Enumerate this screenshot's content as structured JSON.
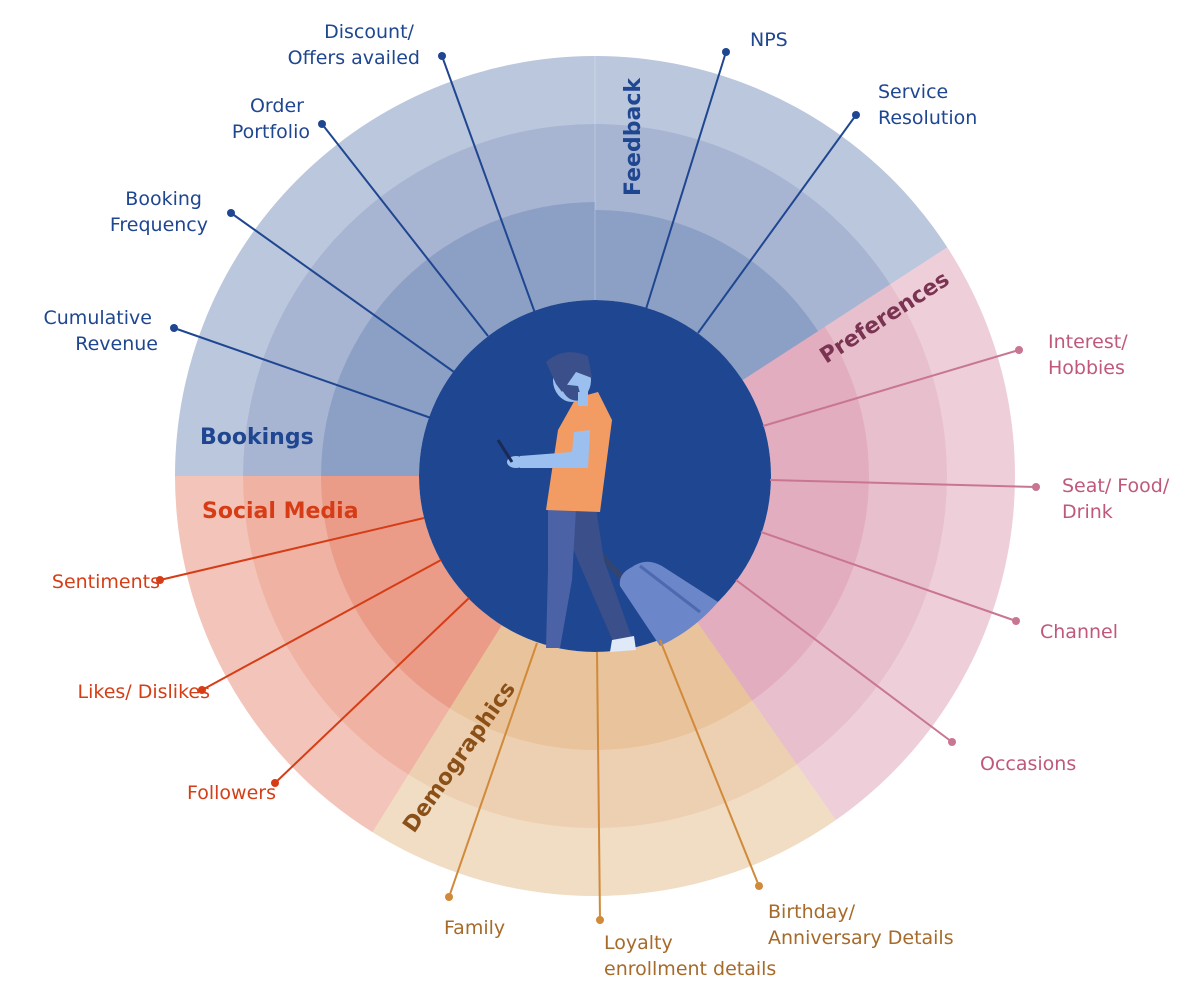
{
  "colors": {
    "bookings": "#1f4690",
    "feedback": "#1f4690",
    "preferences": "#c65f80",
    "demographics": "#d18a3a",
    "social": "#d63d16",
    "center": "#1f4690",
    "leader_blue": "#1f4690",
    "leader_pink": "#c97690",
    "leader_orange": "#d18a3a",
    "leader_red": "#d63d16"
  },
  "segments": {
    "feedback": "Feedback",
    "bookings": "Bookings",
    "preferences": "Preferences",
    "social_media": "Social Media",
    "demographics": "Demographics"
  },
  "labels": {
    "discount": [
      "Discount/",
      "Offers availed"
    ],
    "nps": [
      "NPS"
    ],
    "service": [
      "Service",
      "Resolution"
    ],
    "order": [
      "Order",
      "Portfolio"
    ],
    "booking_freq": [
      "Booking",
      "Frequency"
    ],
    "cumulative": [
      "Cumulative",
      "Revenue"
    ],
    "interest": [
      "Interest/",
      "Hobbies"
    ],
    "seat": [
      "Seat/ Food/",
      "Drink"
    ],
    "channel": [
      "Channel"
    ],
    "occasions": [
      "Occasions"
    ],
    "sentiments": [
      "Sentiments"
    ],
    "likes": [
      "Likes/ Dislikes"
    ],
    "followers": [
      "Followers"
    ],
    "family": [
      "Family"
    ],
    "loyalty": [
      "Loyalty",
      "enrollment details"
    ],
    "birthday": [
      "Birthday/",
      "Anniversary Details"
    ]
  }
}
